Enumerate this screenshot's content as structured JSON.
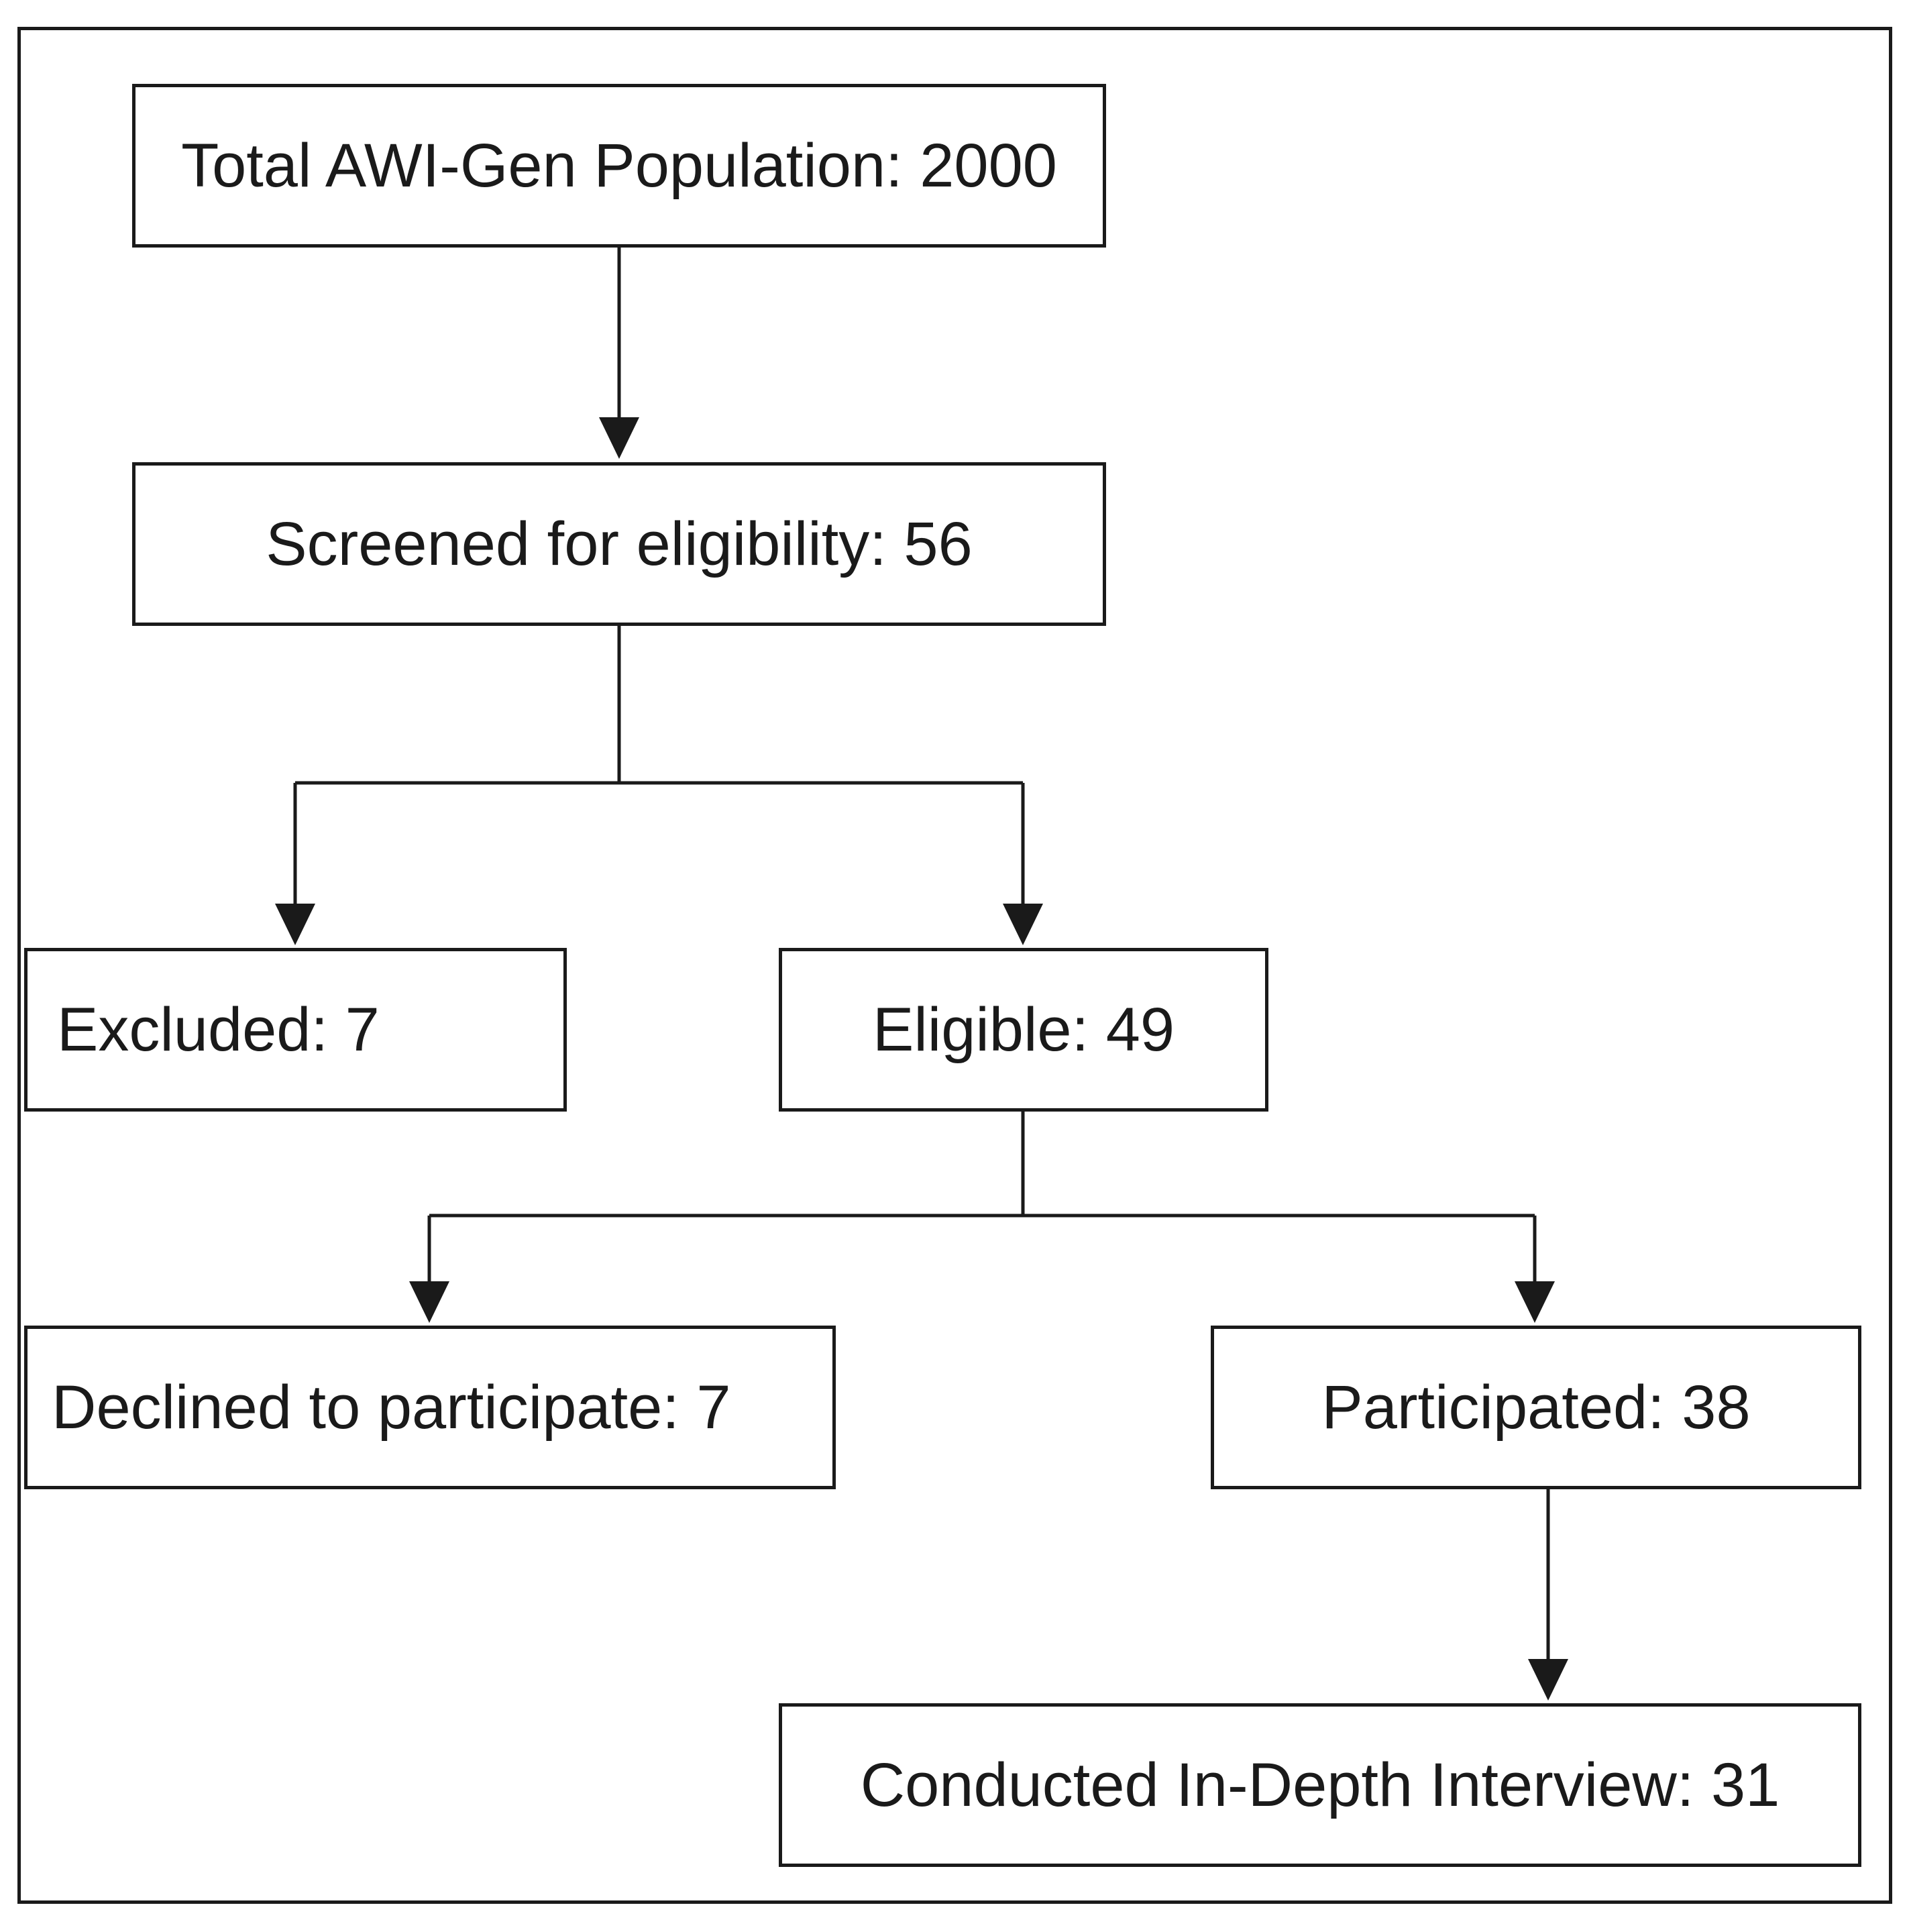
{
  "flowchart": {
    "nodes": {
      "total": "Total AWI-Gen Population: 2000",
      "screened": "Screened for eligibility: 56",
      "excluded": "Excluded: 7",
      "eligible": "Eligible: 49",
      "declined": "Declined to participate: 7",
      "participated": "Participated: 38",
      "interview": "Conducted In-Depth Interview: 31"
    },
    "edges": [
      {
        "from": "total",
        "to": "screened"
      },
      {
        "from": "screened",
        "to": "excluded"
      },
      {
        "from": "screened",
        "to": "eligible"
      },
      {
        "from": "eligible",
        "to": "declined"
      },
      {
        "from": "eligible",
        "to": "participated"
      },
      {
        "from": "participated",
        "to": "interview"
      }
    ],
    "colors": {
      "stroke": "#1a1a1a",
      "background": "#ffffff"
    }
  }
}
